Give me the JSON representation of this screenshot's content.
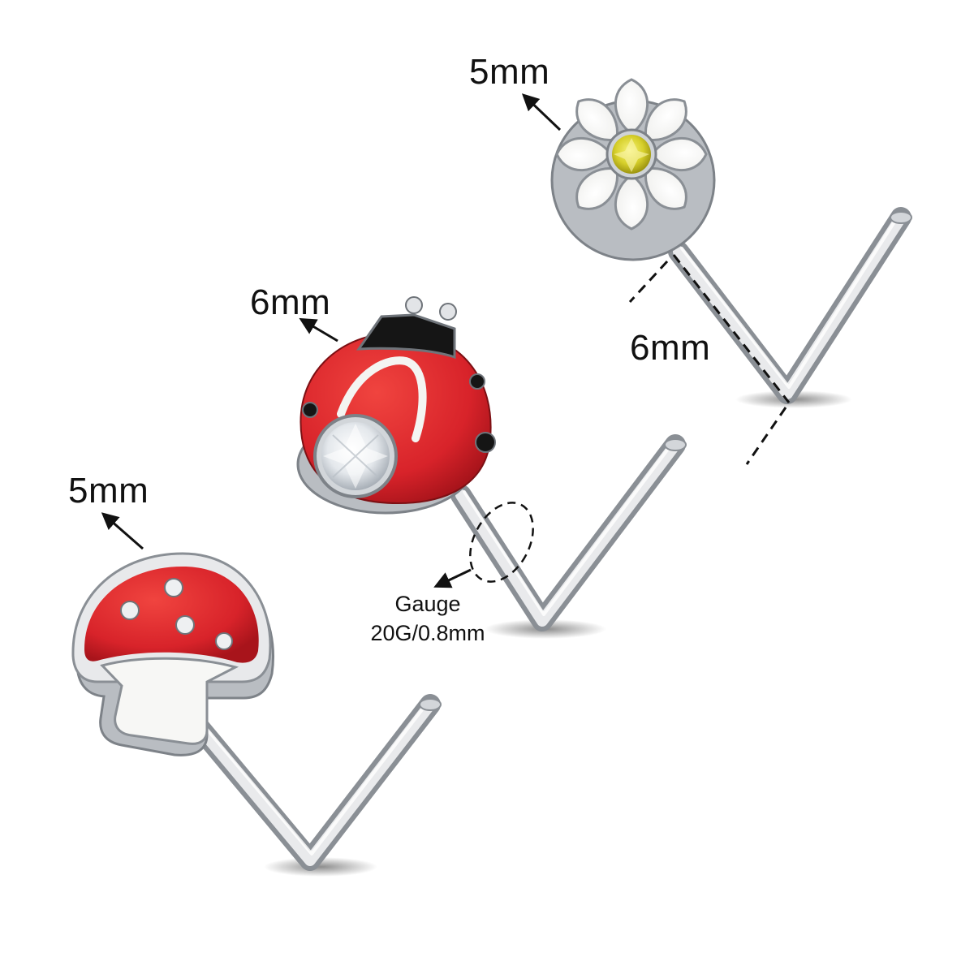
{
  "labels": {
    "mushroom_size": "5mm",
    "ladybug_size": "6mm",
    "flower_size": "5mm",
    "pin_length": "6mm",
    "gauge_title": "Gauge",
    "gauge_value": "20G/0.8mm"
  },
  "colors": {
    "background": "#ffffff",
    "enamel_red": "#d9262b",
    "enamel_white": "#f7f7f5",
    "enamel_black": "#151515",
    "steel": "#c9ccd0",
    "citrine": "#d8d22a",
    "annotation": "#111111"
  }
}
